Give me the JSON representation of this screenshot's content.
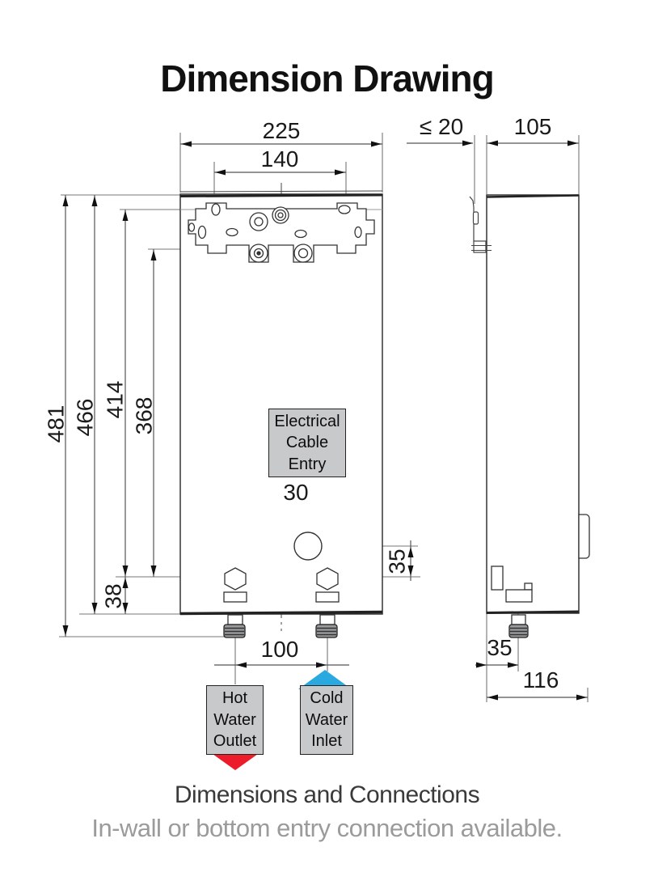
{
  "title": "Dimension Drawing",
  "front_view": {
    "dims": {
      "width": "225",
      "mount_spacing": "140",
      "total_height": "481",
      "body_height": "466",
      "upper_mount_to_connections": "414",
      "lower_mount_to_connections": "368",
      "connections_to_bottom": "38",
      "cable_entry_offset": "30",
      "cable_entry_above_connections": "35",
      "connection_spacing": "100"
    },
    "labels": {
      "cable_entry": "Electrical Cable Entry",
      "hot_outlet": "Hot Water Outlet",
      "cold_inlet": "Cold Water Inlet"
    }
  },
  "side_view": {
    "dims": {
      "wall_depth_max": "≤ 20",
      "body_depth": "105",
      "connection_from_back": "35",
      "total_depth": "116"
    }
  },
  "caption": {
    "line1": "Dimensions and Connections",
    "line2": "In-wall or bottom entry connection available."
  },
  "colors": {
    "hot": "#ec1c2a",
    "cold": "#2aa9e0",
    "label_bg": "#c8c9cb"
  }
}
